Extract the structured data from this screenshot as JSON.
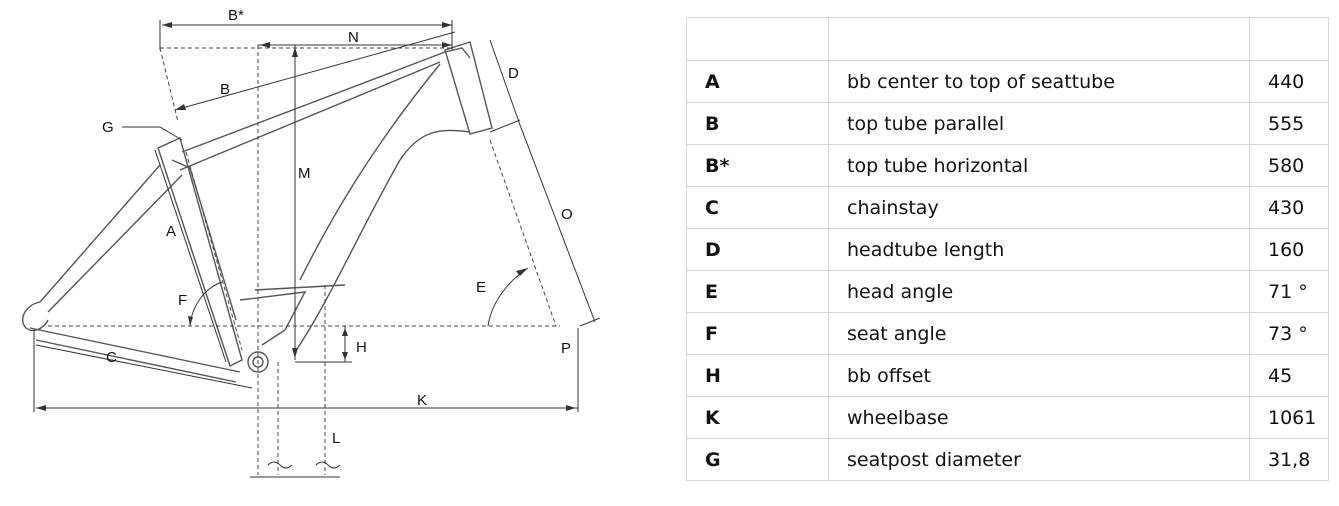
{
  "diagram": {
    "labels": {
      "b_star": "B*",
      "n": "N",
      "d": "D",
      "b": "B",
      "g": "G",
      "m": "M",
      "a": "A",
      "o": "O",
      "e": "E",
      "f": "F",
      "h": "H",
      "p": "P",
      "c": "C",
      "k": "K",
      "l": "L"
    }
  },
  "table": {
    "header": [
      "",
      "",
      ""
    ],
    "rows": [
      {
        "code": "A",
        "name": "bb center to top of seattube",
        "value": "440"
      },
      {
        "code": "B",
        "name": "top tube parallel",
        "value": "555"
      },
      {
        "code": "B*",
        "name": "top tube horizontal",
        "value": "580"
      },
      {
        "code": "C",
        "name": "chainstay",
        "value": "430"
      },
      {
        "code": "D",
        "name": "headtube length",
        "value": "160"
      },
      {
        "code": "E",
        "name": "head angle",
        "value": "71 °"
      },
      {
        "code": "F",
        "name": "seat angle",
        "value": "73 °"
      },
      {
        "code": "H",
        "name": "bb offset",
        "value": "45"
      },
      {
        "code": "K",
        "name": "wheelbase",
        "value": "1061"
      },
      {
        "code": "G",
        "name": "seatpost diameter",
        "value": "31,8"
      }
    ]
  }
}
